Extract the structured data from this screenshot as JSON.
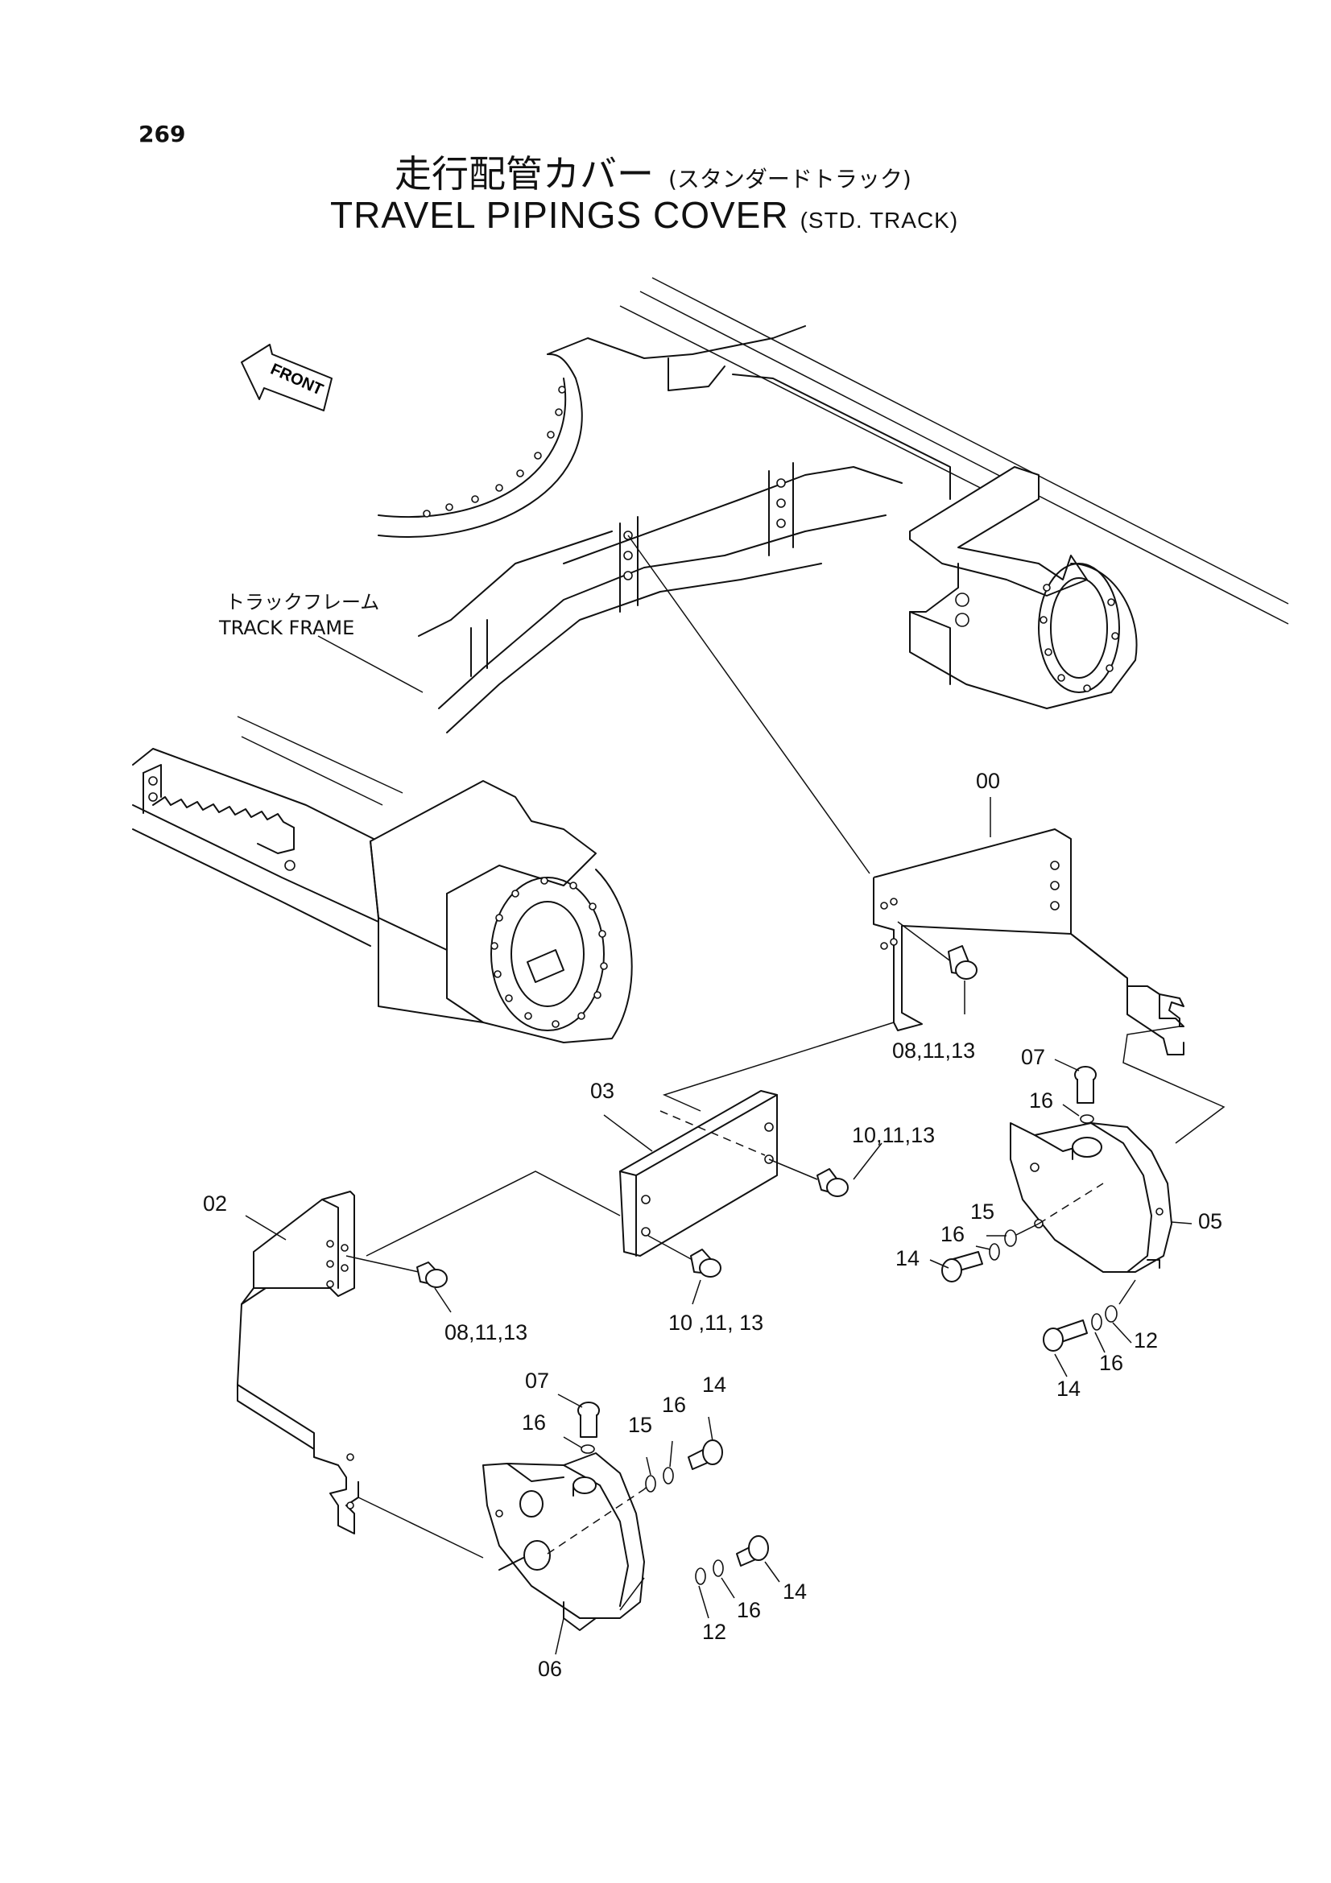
{
  "page_number": "269",
  "title": {
    "japanese": "走行配管カバー",
    "japanese_sub": "(スタンダードトラック)",
    "english": "TRAVEL PIPINGS COVER",
    "english_sub": "(STD. TRACK)"
  },
  "front_label": "FRONT",
  "track_frame": {
    "japanese": "トラックフレーム",
    "english": "TRACK FRAME"
  },
  "callouts": {
    "c00": "00",
    "c02": "02",
    "c03": "03",
    "c05": "05",
    "c06": "06",
    "c07a": "07",
    "c07b": "07",
    "c08a": "08,11,13",
    "c08b": "08,11,13",
    "c10a": "10,11,13",
    "c10b": "10 ,11, 13",
    "c12a": "12",
    "c12b": "12",
    "c14a": "14",
    "c14b": "14",
    "c14c": "14",
    "c14d": "14",
    "c15a": "15",
    "c15b": "15",
    "c16a": "16",
    "c16b": "16",
    "c16c": "16",
    "c16d": "16",
    "c16e": "16",
    "c16f": "16"
  }
}
